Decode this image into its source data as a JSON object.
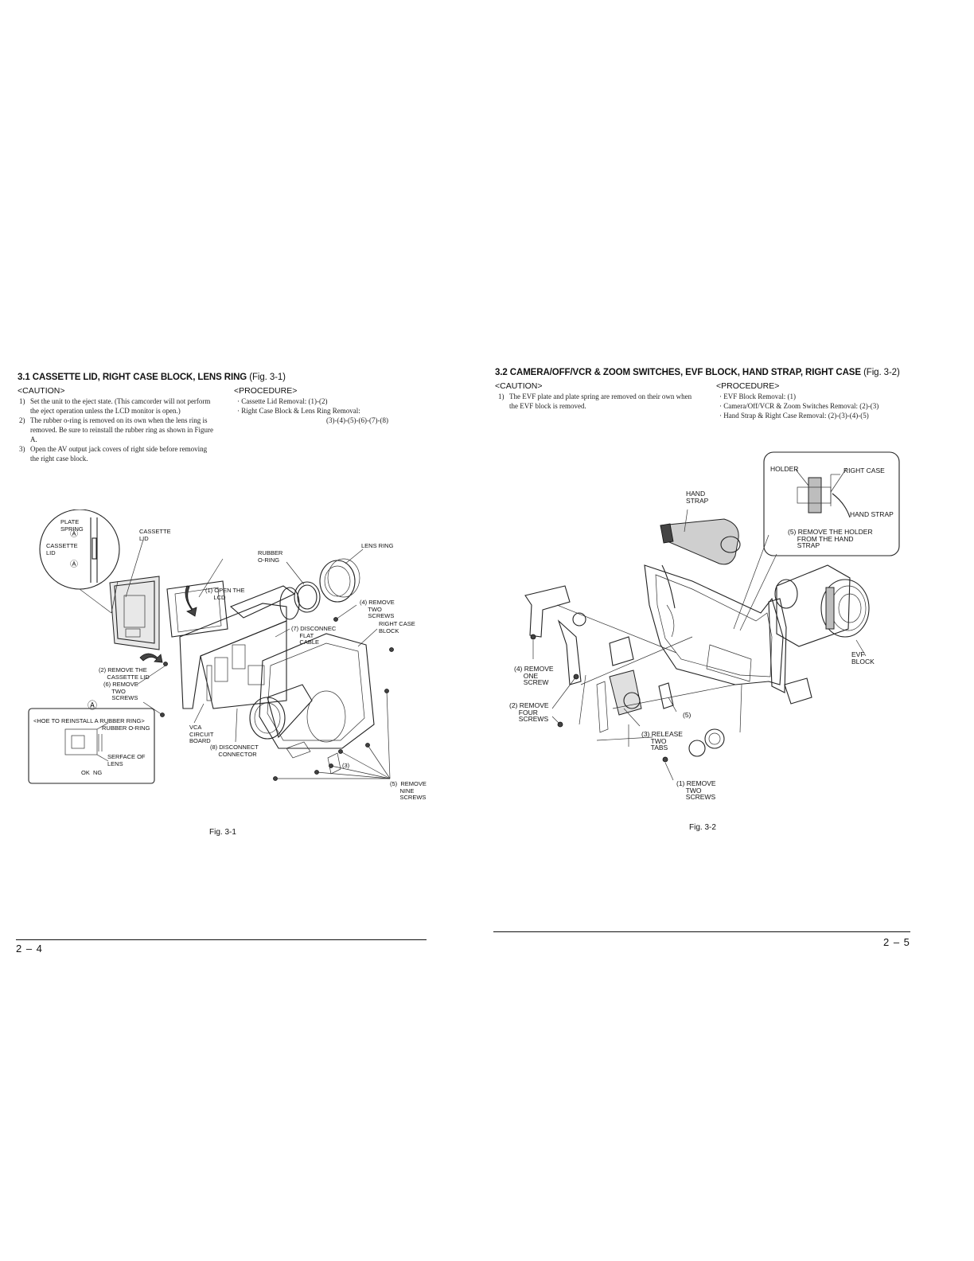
{
  "left": {
    "title": "3.1  CASSETTE LID, RIGHT CASE BLOCK, LENS RING",
    "title_fig": "(Fig. 3-1)",
    "caution_heading": "<CAUTION>",
    "caution": [
      {
        "num": "1)",
        "text": "Set the unit to the eject state.  (This camcorder will not perform the eject operation unless the LCD monitor is open.)"
      },
      {
        "num": "2)",
        "text": "The rubber o-ring is removed on its own when the lens ring is removed.   Be sure to reinstall the rubber ring as shown in Figure A."
      },
      {
        "num": "3)",
        "text": "Open the AV output jack covers of right side before removing the right case block."
      }
    ],
    "procedure_heading": "<PROCEDURE>",
    "procedure": [
      "· Cassette Lid Removal:   (1)-(2)",
      "· Right Case Block & Lens Ring Removal:"
    ],
    "procedure_cont": "(3)-(4)-(5)-(6)-(7)-(8)",
    "figure": {
      "labels": {
        "plate_spring": "PLATE\nSPRING",
        "a_mark1": "Ⓐ",
        "cassette_lid_inset": "CASSETTE\nLID",
        "a_mark2": "Ⓐ",
        "cassette_lid": "CASSETTE\nLID",
        "lens_ring": "LENS RING",
        "rubber_oring": "RUBBER\nO-RING",
        "open_lcd": "(1) OPEN THE\n     LCD",
        "remove_two_4": "(4) REMOVE\n     TWO\n     SCREWS",
        "disconnect_flat": "(7) DISCONNEC\n     FLAT\n     CABLE",
        "right_case_block": "RIGHT CASE\nBLOCK",
        "remove_lid": "(2) REMOVE THE\n     CASSETTE LID",
        "remove_two_6": "(6) REMOVE\n     TWO\n     SCREWS",
        "a_mark3": "Ⓐ",
        "reinstall": "<HOE TO REINSTALL A RUBBER RING>",
        "rubber_oring2": "RUBBER O-RING",
        "serface": "SERFACE OF\nLENS",
        "ok_ng": "OK  NG",
        "vca": "VCA\nCIRCUIT\nBOARD",
        "disconnect_conn": "(8) DISCONNECT\n     CONNECTOR",
        "three": "(3)",
        "remove_nine": "(5)  REMOVE\n      NINE\n      SCREWS"
      },
      "caption": "Fig. 3-1"
    },
    "page_number": "2 – 4"
  },
  "right": {
    "title": "3.2 CAMERA/OFF/VCR  & ZOOM SWITCHES, EVF BLOCK, HAND STRAP, RIGHT CASE",
    "title_fig": "(Fig. 3-2)",
    "caution_heading": "<CAUTION>",
    "caution": [
      {
        "num": "1)",
        "text": "The EVF plate and plate spring are removed on their own when the EVF block is removed."
      }
    ],
    "procedure_heading": "<PROCEDURE>",
    "procedure": [
      "· EVF Block Removal:      (1)",
      "· Camera/Off/VCR & Zoom Switches Removal: (2)-(3)",
      "· Hand Strap & Right Case Removal:     (2)-(3)-(4)-(5)"
    ],
    "figure": {
      "labels": {
        "holder": "HOLDER",
        "right_case": "RIGHT CASE",
        "hand_strap_inset": "HAND STRAP",
        "remove_holder": "(5) REMOVE THE HOLDER\n     FROM THE HAND\n     STRAP",
        "hand_strap": "HAND\nSTRAP",
        "evf_block": "EVF\nBLOCK",
        "remove_one": "(4) REMOVE\n     ONE\n     SCREW",
        "remove_four": "(2) REMOVE\n     FOUR\n     SCREWS",
        "five": "(5)",
        "release_tabs": "(3) RELEASE\n     TWO\n     TABS",
        "remove_two_1": "(1) REMOVE\n     TWO\n     SCREWS"
      },
      "caption": "Fig. 3-2"
    },
    "page_number": "2 – 5"
  }
}
